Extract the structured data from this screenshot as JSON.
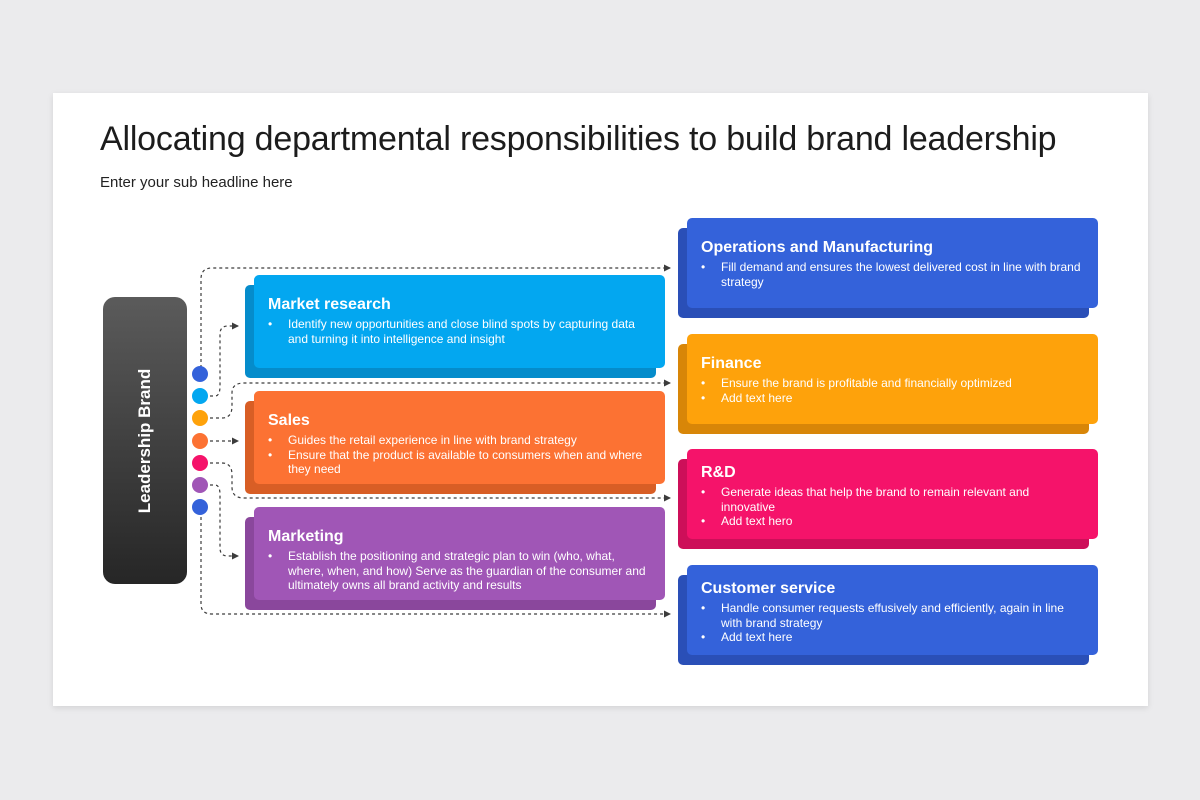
{
  "title": "Allocating departmental responsibilities to build brand leadership",
  "subtitle": "Enter your sub headline here",
  "leader": {
    "label": "Leadership Brand"
  },
  "colors": {
    "blue": "#3462da",
    "blue_dark": "#2a4fb7",
    "cyan": "#03a7f0",
    "cyan_dark": "#058ccb",
    "orange": "#fc7233",
    "orange_dark": "#d85e25",
    "purple": "#a056b6",
    "purple_dark": "#8a479c",
    "amber": "#fea20b",
    "amber_dark": "#d88608",
    "pink": "#f5136a",
    "pink_dark": "#cd0f59"
  },
  "left_cards": [
    {
      "title": "Market research",
      "bullets": [
        "Identify new opportunities and close blind spots by capturing data and turning it into intelligence and insight"
      ]
    },
    {
      "title": "Sales",
      "bullets": [
        "Guides the retail experience in line with brand strategy",
        "Ensure that the product is available to consumers when and where they need"
      ]
    },
    {
      "title": "Marketing",
      "bullets": [
        "Establish the positioning and strategic plan to win (who, what, where, when, and how) Serve as the guardian of the consumer and ultimately owns all brand activity and results"
      ]
    }
  ],
  "right_cards": [
    {
      "title": "Operations and Manufacturing",
      "bullets": [
        "Fill demand and ensures the lowest delivered cost in line with brand strategy"
      ]
    },
    {
      "title": "Finance",
      "bullets": [
        "Ensure the brand is profitable and financially optimized",
        "Add text here"
      ]
    },
    {
      "title": "R&D",
      "bullets": [
        "Generate ideas that help the brand to remain relevant and innovative",
        "Add text hero"
      ]
    },
    {
      "title": "Customer service",
      "bullets": [
        "Handle consumer requests effusively and efficiently, again in line with brand strategy",
        "Add text here"
      ]
    }
  ]
}
